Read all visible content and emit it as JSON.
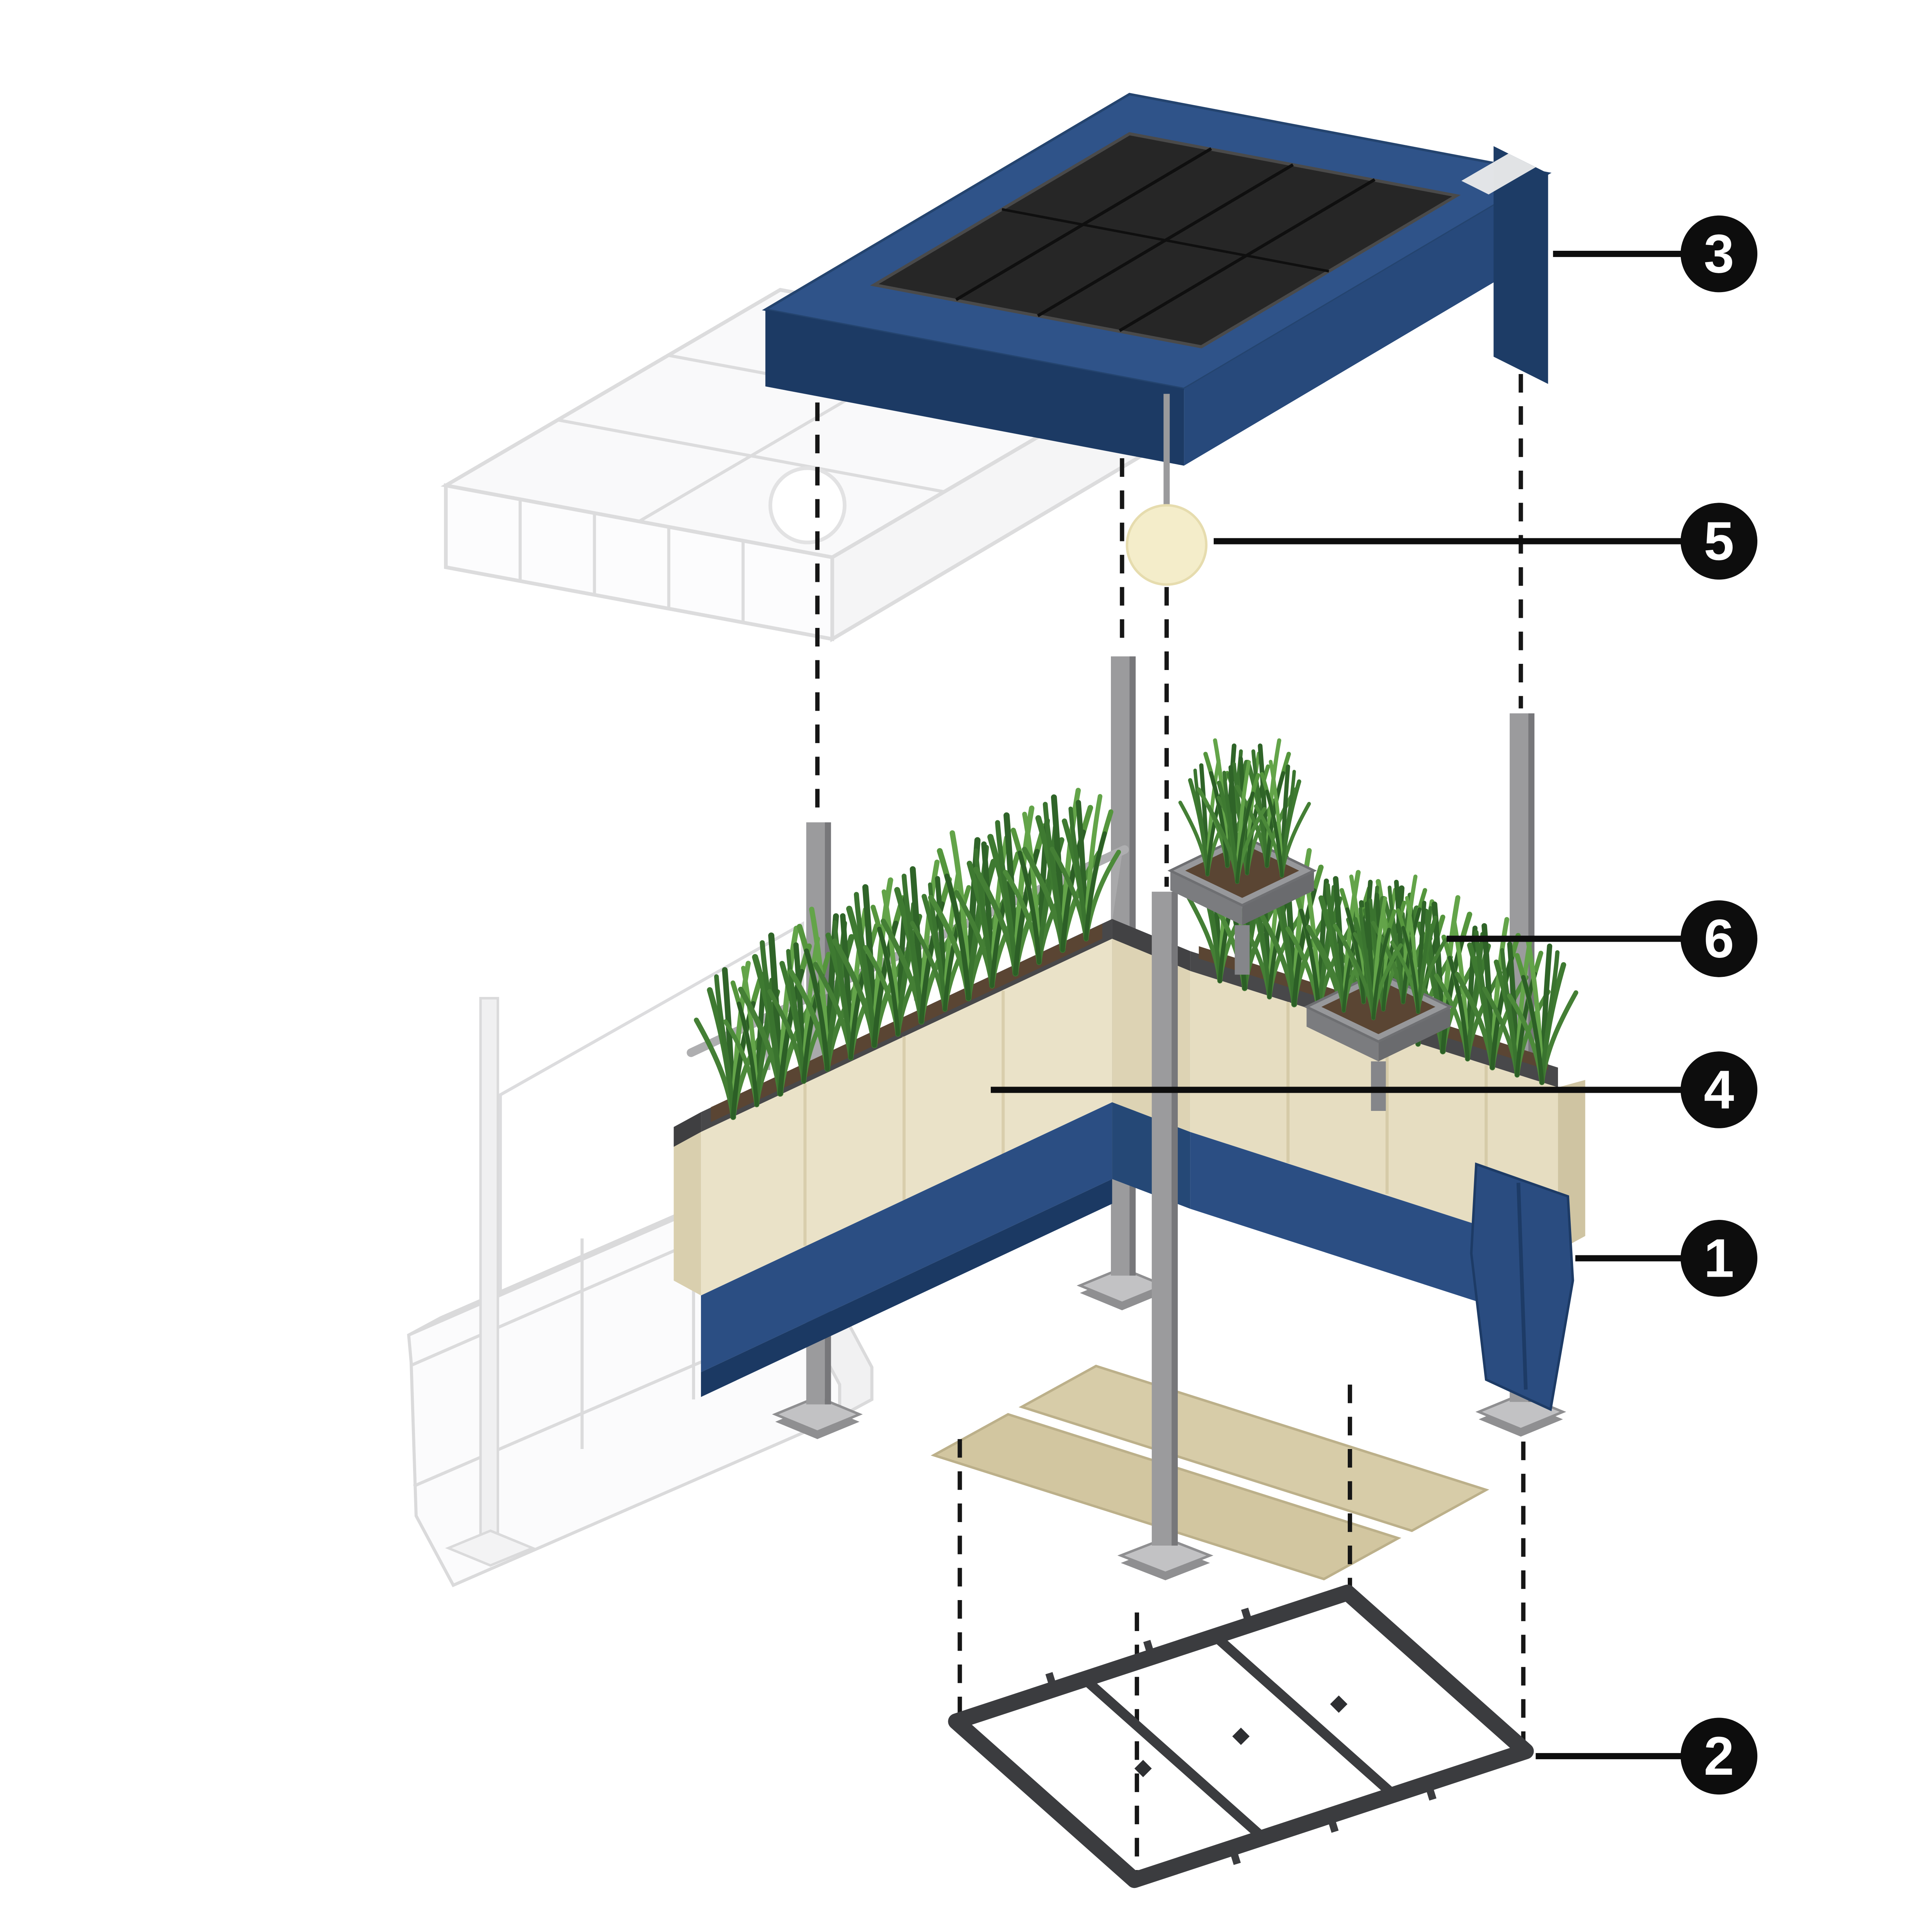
{
  "callouts": [
    {
      "number": "3"
    },
    {
      "number": "5"
    },
    {
      "number": "6"
    },
    {
      "number": "4"
    },
    {
      "number": "1"
    },
    {
      "number": "2"
    }
  ],
  "colors": {
    "callout_black": "#0d0d0d",
    "canopy_blue": "#2f5389",
    "canopy_blue_mid": "#27497b",
    "canopy_blue_dark": "#1c3a64",
    "solar_panel_dark": "#262626",
    "planter_cream": "#eae2c8",
    "planter_rim_gray": "#48484a",
    "soil_brown": "#5a4533",
    "foliage_green": "#4c8a3a",
    "post_gray": "#9b9b9d",
    "deck_tan": "#d7cca8",
    "base_frame_gray": "#3b3c3f",
    "light_cream": "#f4edca",
    "ghost_white": "#fafafb"
  }
}
